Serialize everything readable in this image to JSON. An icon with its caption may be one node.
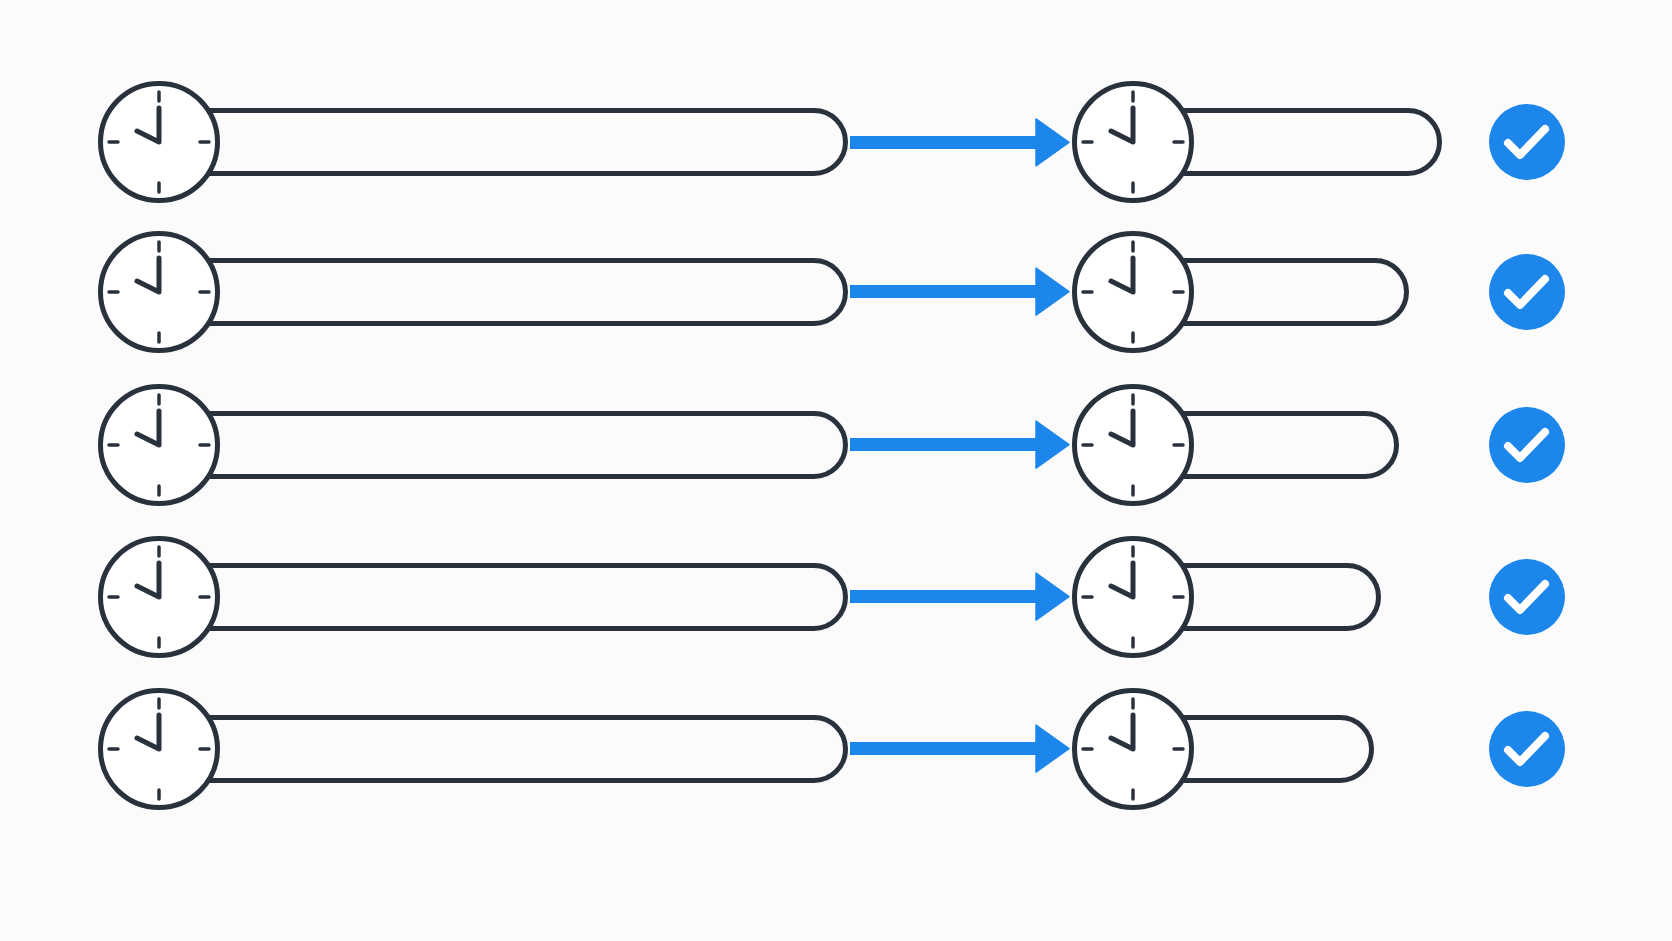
{
  "diagram": {
    "nodes": [
      {
        "text": [],
        "shape": "bar"
      },
      {
        "text": [],
        "shape": "bar"
      },
      {
        "text": [],
        "shape": "bar"
      },
      {
        "text": [],
        "shape": "bar"
      },
      {
        "text": [],
        "shape": "bar"
      },
      {
        "text": [],
        "shape": "bar"
      },
      {
        "text": [],
        "shape": "bar"
      },
      {
        "text": [],
        "shape": "bar"
      },
      {
        "text": [],
        "shape": "bar"
      },
      {
        "text": [],
        "shape": "bar"
      }
    ],
    "edges": [
      {
        "from": 0,
        "to": 1,
        "arrow": "to"
      },
      {
        "from": 2,
        "to": 3,
        "arrow": "to"
      },
      {
        "from": 4,
        "to": 5,
        "arrow": "to"
      },
      {
        "from": 6,
        "to": 7,
        "arrow": "to"
      },
      {
        "from": 8,
        "to": 9,
        "arrow": "to"
      }
    ]
  }
}
